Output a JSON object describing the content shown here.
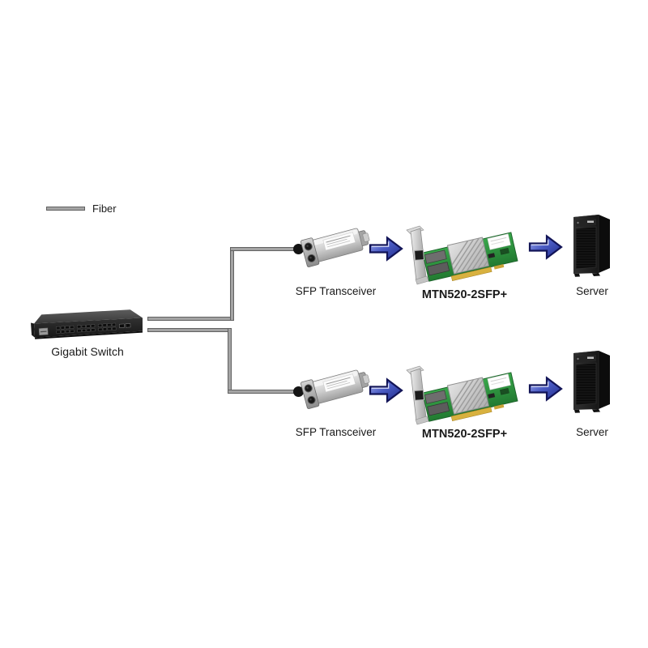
{
  "legend": {
    "label": "Fiber"
  },
  "switch": {
    "label": "Gigabit Switch"
  },
  "rows": [
    {
      "transceiver_label": "SFP Transceiver",
      "nic_label": "MTN520-2SFP+",
      "server_label": "Server"
    },
    {
      "transceiver_label": "SFP Transceiver",
      "nic_label": "MTN520-2SFP+",
      "server_label": "Server"
    }
  ],
  "colors": {
    "background": "#ffffff",
    "fiber_line": "#a4a4a4",
    "fiber_line_edge": "#616161",
    "connector_dot": "#141414",
    "arrow_fill": "#3e50bc",
    "arrow_outline": "#121457",
    "pcb_green": "#2f9440",
    "label_text": "#1a1a1a"
  }
}
